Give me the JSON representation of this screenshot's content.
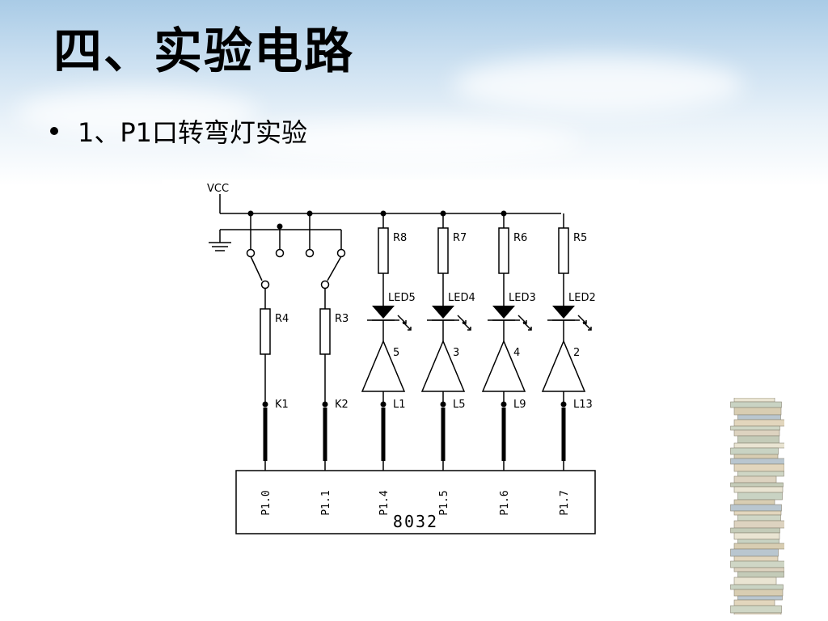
{
  "slide": {
    "title": "四、实验电路",
    "bullet": "1、P1口转弯灯实验"
  },
  "circuit": {
    "supply": "VCC",
    "chip": "8032",
    "switch_resistors": [
      {
        "name": "R4",
        "port_label": "K1",
        "pin": "P1.0"
      },
      {
        "name": "R3",
        "port_label": "K2",
        "pin": "P1.1"
      }
    ],
    "led_channels": [
      {
        "resistor": "R8",
        "led": "LED5",
        "gate": "5",
        "port_label": "L1",
        "pin": "P1.4"
      },
      {
        "resistor": "R7",
        "led": "LED4",
        "gate": "3",
        "port_label": "L5",
        "pin": "P1.5"
      },
      {
        "resistor": "R6",
        "led": "LED3",
        "gate": "4",
        "port_label": "L9",
        "pin": "P1.6"
      },
      {
        "resistor": "R5",
        "led": "LED2",
        "gate": "2",
        "port_label": "L13",
        "pin": "P1.7"
      }
    ]
  },
  "colors": {
    "sky_top": "#a9cbe6",
    "line": "#000000"
  }
}
